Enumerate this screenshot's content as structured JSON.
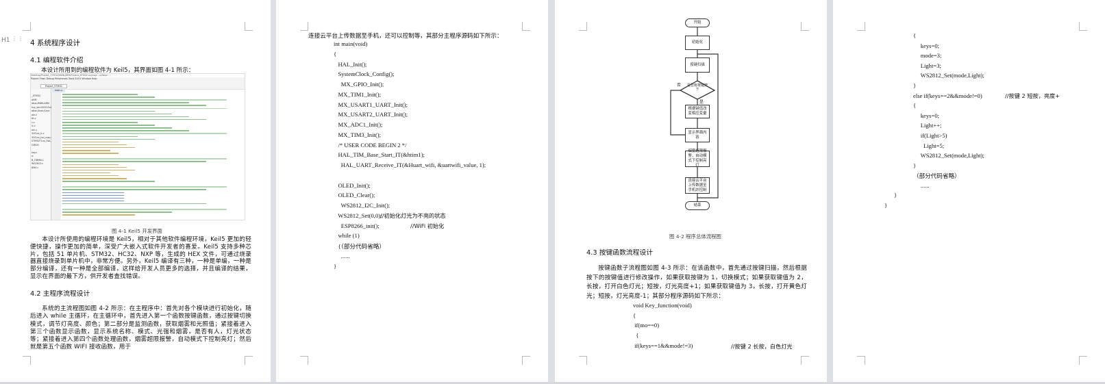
{
  "gutter_marker": {
    "style_label": "H1"
  },
  "page1": {
    "chapter_title": "4  系统程序设计",
    "sec41_title": "4.1  编程软件介绍",
    "sec41_intro": "本设计所用到的编程软件为 Keil5，其界面如图 4-1 所示：",
    "keil_screenshot": {
      "title_bar": "Desktop\\Project_STM32\\MDK-ARM\\Project_STM32.uvprojx - µVision",
      "menu": "Project   Flash   Debug   Peripherals   Tools   SVCS   Window   Help",
      "target": "Project_STM32",
      "file_tab": "main.c",
      "tree_items": [
        "_STM32",
        "ARM",
        "ation/MDK-ARM",
        "tup_stm32f103xb.s",
        "ation/User/Core",
        "ain.c",
        "tit.c",
        "c.c",
        "ic.c",
        "ain.c",
        "32f1xx_it.c",
        "32f1xx_hal_msp.c",
        "STM32F1xx_HAL_Dri",
        "CMSIS",
        "",
        "key.c",
        "ic",
        "B_OBMN.C",
        "WS2812.c",
        "JE64.c"
      ]
    },
    "fig41_caption": "图 4-1 Keil5 开发界面",
    "para1": "本设计所使用的编程环境是 Keil5，相对于其他软件编程环境，Keil5 更加的轻便快捷，操作更加的简单，深受广大嵌入式软件开发者的喜爱。Keil5 支持多种芯片，包括 51 单片机、STM32、HC32、NXP 等，生成的 HEX 文件，可通过烧录器直接烧录到单片机中，非常方便。另外，Keil5 编译有三种，一种是单编，一种是部分编译，还有一种是全部编译，这样给开发人员更多的选择，并且编译的结果，显示在界面的最下方，供开发者查找错误。",
    "sec42_title": "4.2  主程序流程设计",
    "para2": "系统的主流程图如图 4-2 所示：在主程序中：首先对各个模块进行初始化，随后进入 while 主循环，在主循环中，首先进入第一个函数按键函数，通过按键切换模式，调节灯亮度、颜色；第二部分是监测函数，获取烟雾和光照值；紧接着进入第三个函数显示函数，显示系统名称、模式、光强和烟雾，是否有人，灯光状态等；紧接着进入第四个函数处理函数，烟雾超限报警，自动模式下控制亮灯；然后就是第五个函数 WIFI 接收函数，用于"
  },
  "page2": {
    "continuation": "连接云平台上传数据至手机，还可以控制等，其部分主程序源码如下所示：",
    "code": [
      "int main(void)",
      "{",
      "   HAL_Init();",
      "   SystemClock_Config();",
      "     MX_GPIO_Init();",
      "   MX_TIM1_Init();",
      "   MX_USART1_UART_Init();",
      "   MX_USART2_UART_Init();",
      "   MX_ADC1_Init();",
      "   MX_TIM3_Init();",
      "   /* USER CODE BEGIN 2 */",
      "   HAL_TIM_Base_Start_IT(&htim1);",
      "     HAL_UART_Receive_IT(&Huart_wifi, &uartwifi_value, 1);",
      "",
      "   OLED_Init();",
      "   OLED_Clear();",
      "     WS2812_I2C_Init();",
      "   WS2812_Set(0,0);",
      "     ESP8266_init();",
      "   while (1)",
      "   {（部分代码省略）",
      "     ......",
      "}"
    ],
    "comments": {
      "ws_set": "//初始化灯光为不亮的状态",
      "esp": "//WiFi 初始化"
    }
  },
  "page3": {
    "flowchart": {
      "start": "开始",
      "init": "初始化",
      "scan": "按键扫描",
      "decision": "是否有按键按下",
      "no_label": "否",
      "yes_label": "是",
      "update": "根据键值改变相应变量",
      "display": "显示界面内容",
      "alarm": "烟雾超限报警，自动模式下控制亮灯",
      "cloud": "连接云平台上传数据至手机并控制",
      "end": "结束"
    },
    "fig42_caption": "图 4-2    程序总体流程图",
    "sec43_title": "4.3  按键函数流程设计",
    "para": "按键函数子流程图如图 4-3 所示：在该函数中，首先通过按键扫描，然后根据按下的按键值进行修改操作，如果获取按键为 1，切换模式；如果获取键值为 2，长按，打开白色灯光；短按，灯光亮度+1；如果获取键值为 3，长按，打开黄色灯光；短按，灯光亮度-1；其部分程序源码如下所示：",
    "code": [
      "void Key_function(void)",
      "{",
      " if(mo==0)",
      "  {",
      " if(keys==1&&mode!=3)"
    ],
    "comment": "//按键 2 长按，白色灯光"
  },
  "page4": {
    "code": [
      "{",
      "     keys=0;",
      "     mode=3;",
      "     Light=3;",
      "     WS2812_Set(mode,Light);",
      "}",
      "else if(keys==2&&mode!=0)",
      "{",
      "     keys=0;",
      "     Light++;",
      "     if(Light>5)",
      "       Light=5;",
      "     WS2812_Set(mode,Light);",
      "}",
      "（部分代码省略）",
      "     ......",
      "",
      ""
    ],
    "closing_braces": [
      "}",
      "}"
    ],
    "comment": "//按键 2 短按，亮度+"
  }
}
